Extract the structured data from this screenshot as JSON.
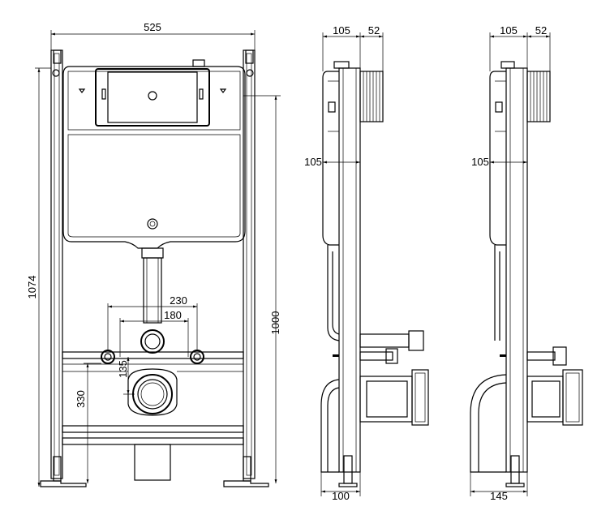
{
  "front_view": {
    "width_label": "525",
    "height_label": "1074",
    "inner_height_label": "1000",
    "pipe_spacing_outer": "230",
    "pipe_spacing_inner": "180",
    "stub_height": "135",
    "outlet_height": "330"
  },
  "side_view_a": {
    "top_depth_label": "105",
    "top_pipe_label": "52",
    "mid_depth_label": "105",
    "bottom_depth_label": "100"
  },
  "side_view_b": {
    "top_depth_label": "105",
    "top_pipe_label": "52",
    "mid_depth_label": "105",
    "bottom_depth_label": "145"
  },
  "colors": {
    "line": "#000000",
    "background": "#ffffff"
  }
}
